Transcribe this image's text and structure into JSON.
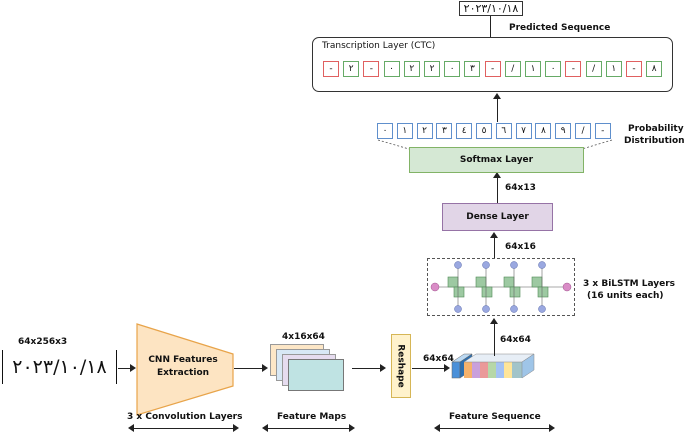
{
  "input": {
    "size_label": "64x256x3",
    "image_text": "۲۰۲۳/۱۰/۱۸"
  },
  "cnn": {
    "label_line1": "CNN Features",
    "label_line2": "Extraction",
    "caption": "3 x Convolution Layers"
  },
  "feature_maps": {
    "size_label": "4x16x64",
    "caption": "Feature Maps"
  },
  "reshape": {
    "label": "Reshape",
    "out_label": "64x64"
  },
  "sequence": {
    "caption": "Feature Sequence",
    "in_label": "64x64"
  },
  "bilstm": {
    "label_line1": "3 x BiLSTM Layers",
    "label_line2": "(16 units each)",
    "out_label": "64x16"
  },
  "dense": {
    "label": "Dense Layer",
    "out_label": "64x13"
  },
  "softmax": {
    "label": "Softmax Layer",
    "prob_line1": "Probability",
    "prob_line2": "Distribution",
    "classes": [
      "۰",
      "۱",
      "۲",
      "۳",
      "٤",
      "٥",
      "٦",
      "٧",
      "٨",
      "٩",
      "/",
      "-"
    ]
  },
  "transcription": {
    "title": "Transcription Layer (CTC)",
    "tokens": [
      "-",
      "۲",
      "-",
      "۰",
      "۲",
      "۲",
      "۰",
      "۳",
      "-",
      "/",
      "۱",
      "۰",
      "-",
      "/",
      "۱",
      "-",
      "۸"
    ]
  },
  "prediction": {
    "label": "Predicted Sequence",
    "text": "۲۰۲۳/۱۰/۱۸"
  },
  "colors": {
    "cnn_fill": "#fde4c2",
    "cnn_border": "#e8a44a",
    "softmax_fill": "#d5e8d4",
    "dense_fill": "#e1d5e7",
    "reshape_fill": "#fff2cc",
    "fm_cyan": "#bfe3e3"
  }
}
